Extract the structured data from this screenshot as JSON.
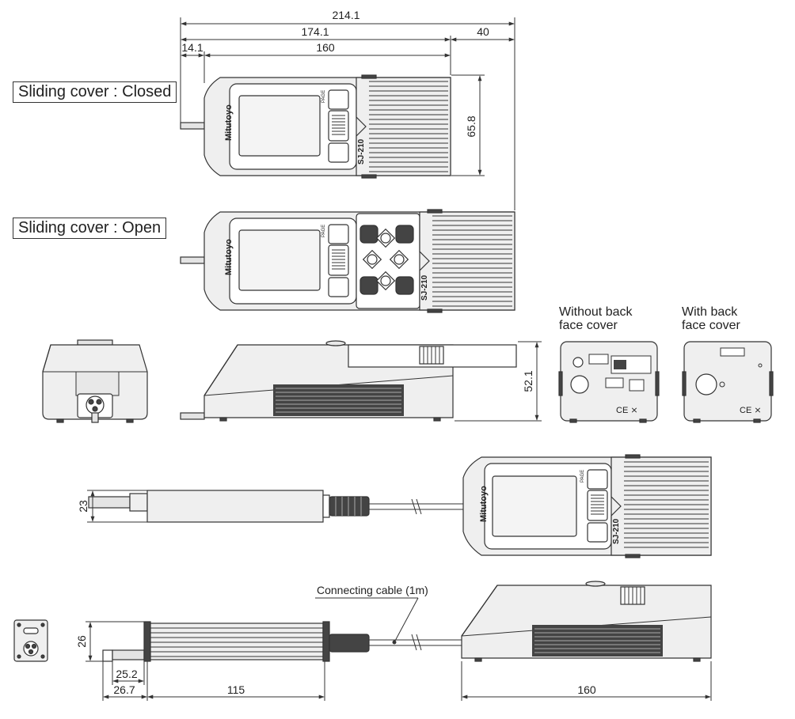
{
  "labels": {
    "closed": "Sliding cover : Closed",
    "open": "Sliding cover : Open",
    "without_back_line1": "Without back",
    "without_back_line2": "face cover",
    "with_back_line1": "With back",
    "with_back_line2": "face cover",
    "cable": "Connecting cable (1m)"
  },
  "device": {
    "brand": "Mitutoyo",
    "model": "SJ-210",
    "page_label": "PAGE"
  },
  "dimensions": {
    "overall_width": "214.1",
    "body_with_stylus": "174.1",
    "body_length": "160",
    "cover_extension": "40",
    "stylus_offset": "14.1",
    "body_height_top": "65.8",
    "body_thickness": "52.1",
    "drive_height_top": "23",
    "drive_height_side": "26",
    "stylus_tip_1": "25.2",
    "stylus_tip_2": "26.7",
    "drive_length": "115",
    "bottom_body_length": "160"
  },
  "colors": {
    "line": "#333333",
    "body_fill": "#efefef",
    "panel_fill": "#ffffff",
    "screen_fill": "#f4f4f4",
    "dark": "#444444"
  }
}
